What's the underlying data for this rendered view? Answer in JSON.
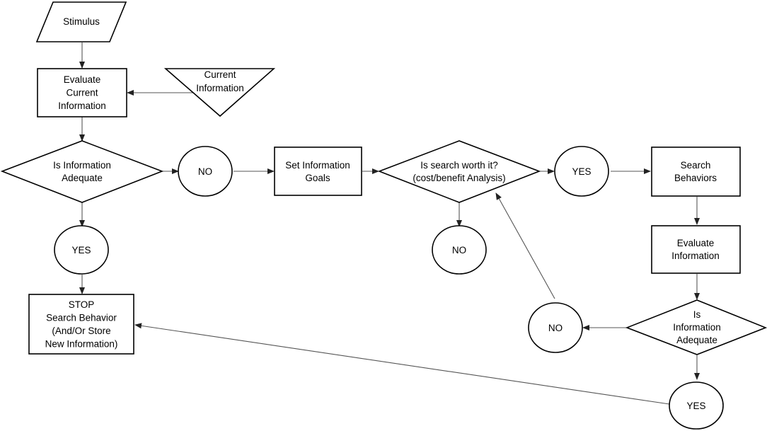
{
  "nodes": {
    "stimulus": {
      "lines": [
        "Stimulus"
      ]
    },
    "evaluate_current": {
      "lines": [
        "Evaluate",
        "Current",
        "Information"
      ]
    },
    "current_information": {
      "lines": [
        "Current",
        "Information"
      ]
    },
    "is_info_adequate_1": {
      "lines": [
        "Is Information",
        "Adequate"
      ]
    },
    "no_1": {
      "lines": [
        "NO"
      ]
    },
    "set_goals": {
      "lines": [
        "Set Information",
        "Goals"
      ]
    },
    "search_worth": {
      "lines": [
        "Is  search worth it?",
        "(cost/benefit Analysis)"
      ]
    },
    "yes_1": {
      "lines": [
        "YES"
      ]
    },
    "search_behaviors": {
      "lines": [
        "Search",
        "Behaviors"
      ]
    },
    "no_2": {
      "lines": [
        "NO"
      ]
    },
    "yes_2": {
      "lines": [
        "YES"
      ]
    },
    "stop": {
      "lines": [
        "STOP",
        "Search Behavior",
        "(And/Or Store",
        "New Information)"
      ]
    },
    "evaluate_info": {
      "lines": [
        "Evaluate",
        "Information"
      ]
    },
    "is_info_adequate_2": {
      "lines": [
        "Is",
        "Information",
        "Adequate"
      ]
    },
    "no_3": {
      "lines": [
        "NO"
      ]
    },
    "yes_3": {
      "lines": [
        "YES"
      ]
    }
  }
}
